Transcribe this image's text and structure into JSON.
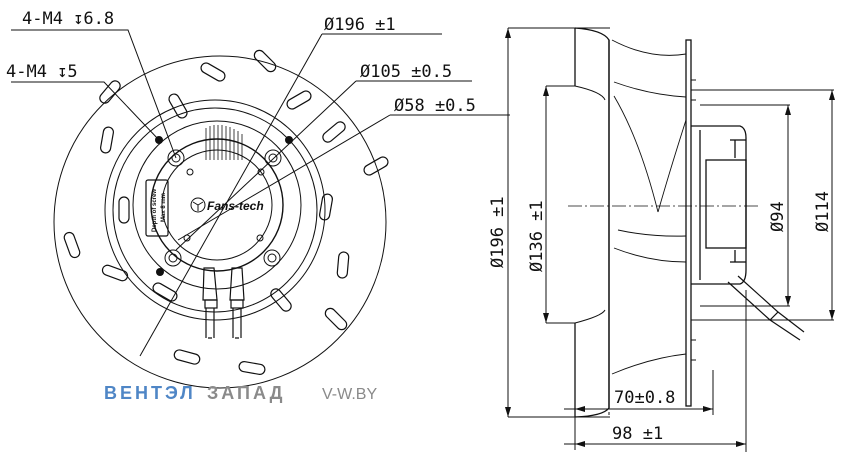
{
  "front_view": {
    "callouts": {
      "m4_depth_68": "4-M4 ↧6.8",
      "m4_depth_5": "4-M4 ↧5",
      "dia_196": "Ø196 ±1",
      "dia_105": "Ø105 ±0.5",
      "dia_58": "Ø58 ±0.5"
    },
    "label_plate": {
      "line1": "Depth of screw",
      "line2": "Max 8 mm"
    },
    "logo_text": "Fans-tech"
  },
  "side_view": {
    "dims": {
      "dia_196": "Ø196 ±1",
      "dia_136": "Ø136 ±1",
      "dia_94": "Ø94",
      "dia_114": "Ø114",
      "len_70": "70±0.8",
      "len_98": "98 ±1"
    }
  },
  "watermark": {
    "brand_blue": "ВЕНТЭЛ",
    "brand_gray": "ЗАПАД",
    "site": "V-W.BY",
    "colors": {
      "blue": "#4f86c6",
      "gray": "#8a8a8a"
    }
  }
}
